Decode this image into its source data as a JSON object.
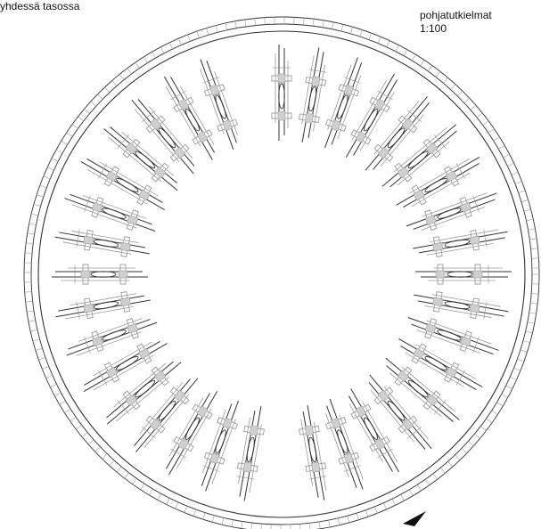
{
  "labels": {
    "top_left_line1": "yhdessä tasossa",
    "top_right_line1": "pohjatutkielmat",
    "top_right_line2": "1:100"
  },
  "diagram": {
    "type": "circular-plan",
    "ring": "double outer ring with segmented band",
    "direction_marker": "arrowhead",
    "colors": {
      "line": "#333333",
      "light_line": "#9a9a9a",
      "background": "#ffffff"
    },
    "bay_angles_deg": [
      -90,
      -80,
      -70,
      -60,
      -50,
      -40,
      -30,
      -20,
      -10,
      0,
      10,
      20,
      30,
      40,
      50,
      60,
      70,
      80,
      100,
      110,
      120,
      130,
      140,
      150,
      160,
      170,
      180,
      190,
      200,
      210,
      220,
      230,
      240,
      250
    ]
  }
}
